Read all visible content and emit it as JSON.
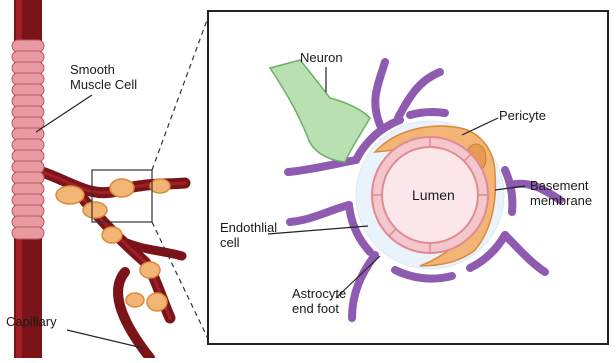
{
  "labels": {
    "smooth_muscle": [
      "Smooth",
      "Muscle Cell"
    ],
    "capillary": "Capillary",
    "neuron": "Neuron",
    "pericyte": "Pericyte",
    "basement": [
      "Basement",
      "membrane"
    ],
    "lumen": "Lumen",
    "endothelial": [
      "Endothlial",
      "cell"
    ],
    "astrocyte": [
      "Astrocyte",
      "end foot"
    ]
  },
  "colors": {
    "vessel_dark": "#7a1418",
    "vessel_mid": "#a12028",
    "muscle_fill": "#e89aa0",
    "muscle_stroke": "#b85a62",
    "pericyte_fill": "#f3b575",
    "pericyte_stroke": "#d98a3a",
    "astrocyte": "#8e5bb0",
    "neuron_fill": "#b8e0b0",
    "neuron_stroke": "#6fae66",
    "endo_fill": "#f4c7cc",
    "endo_stroke": "#e08a94",
    "lumen_fill": "#fbe6ea",
    "basement": "#eaf3fb"
  }
}
